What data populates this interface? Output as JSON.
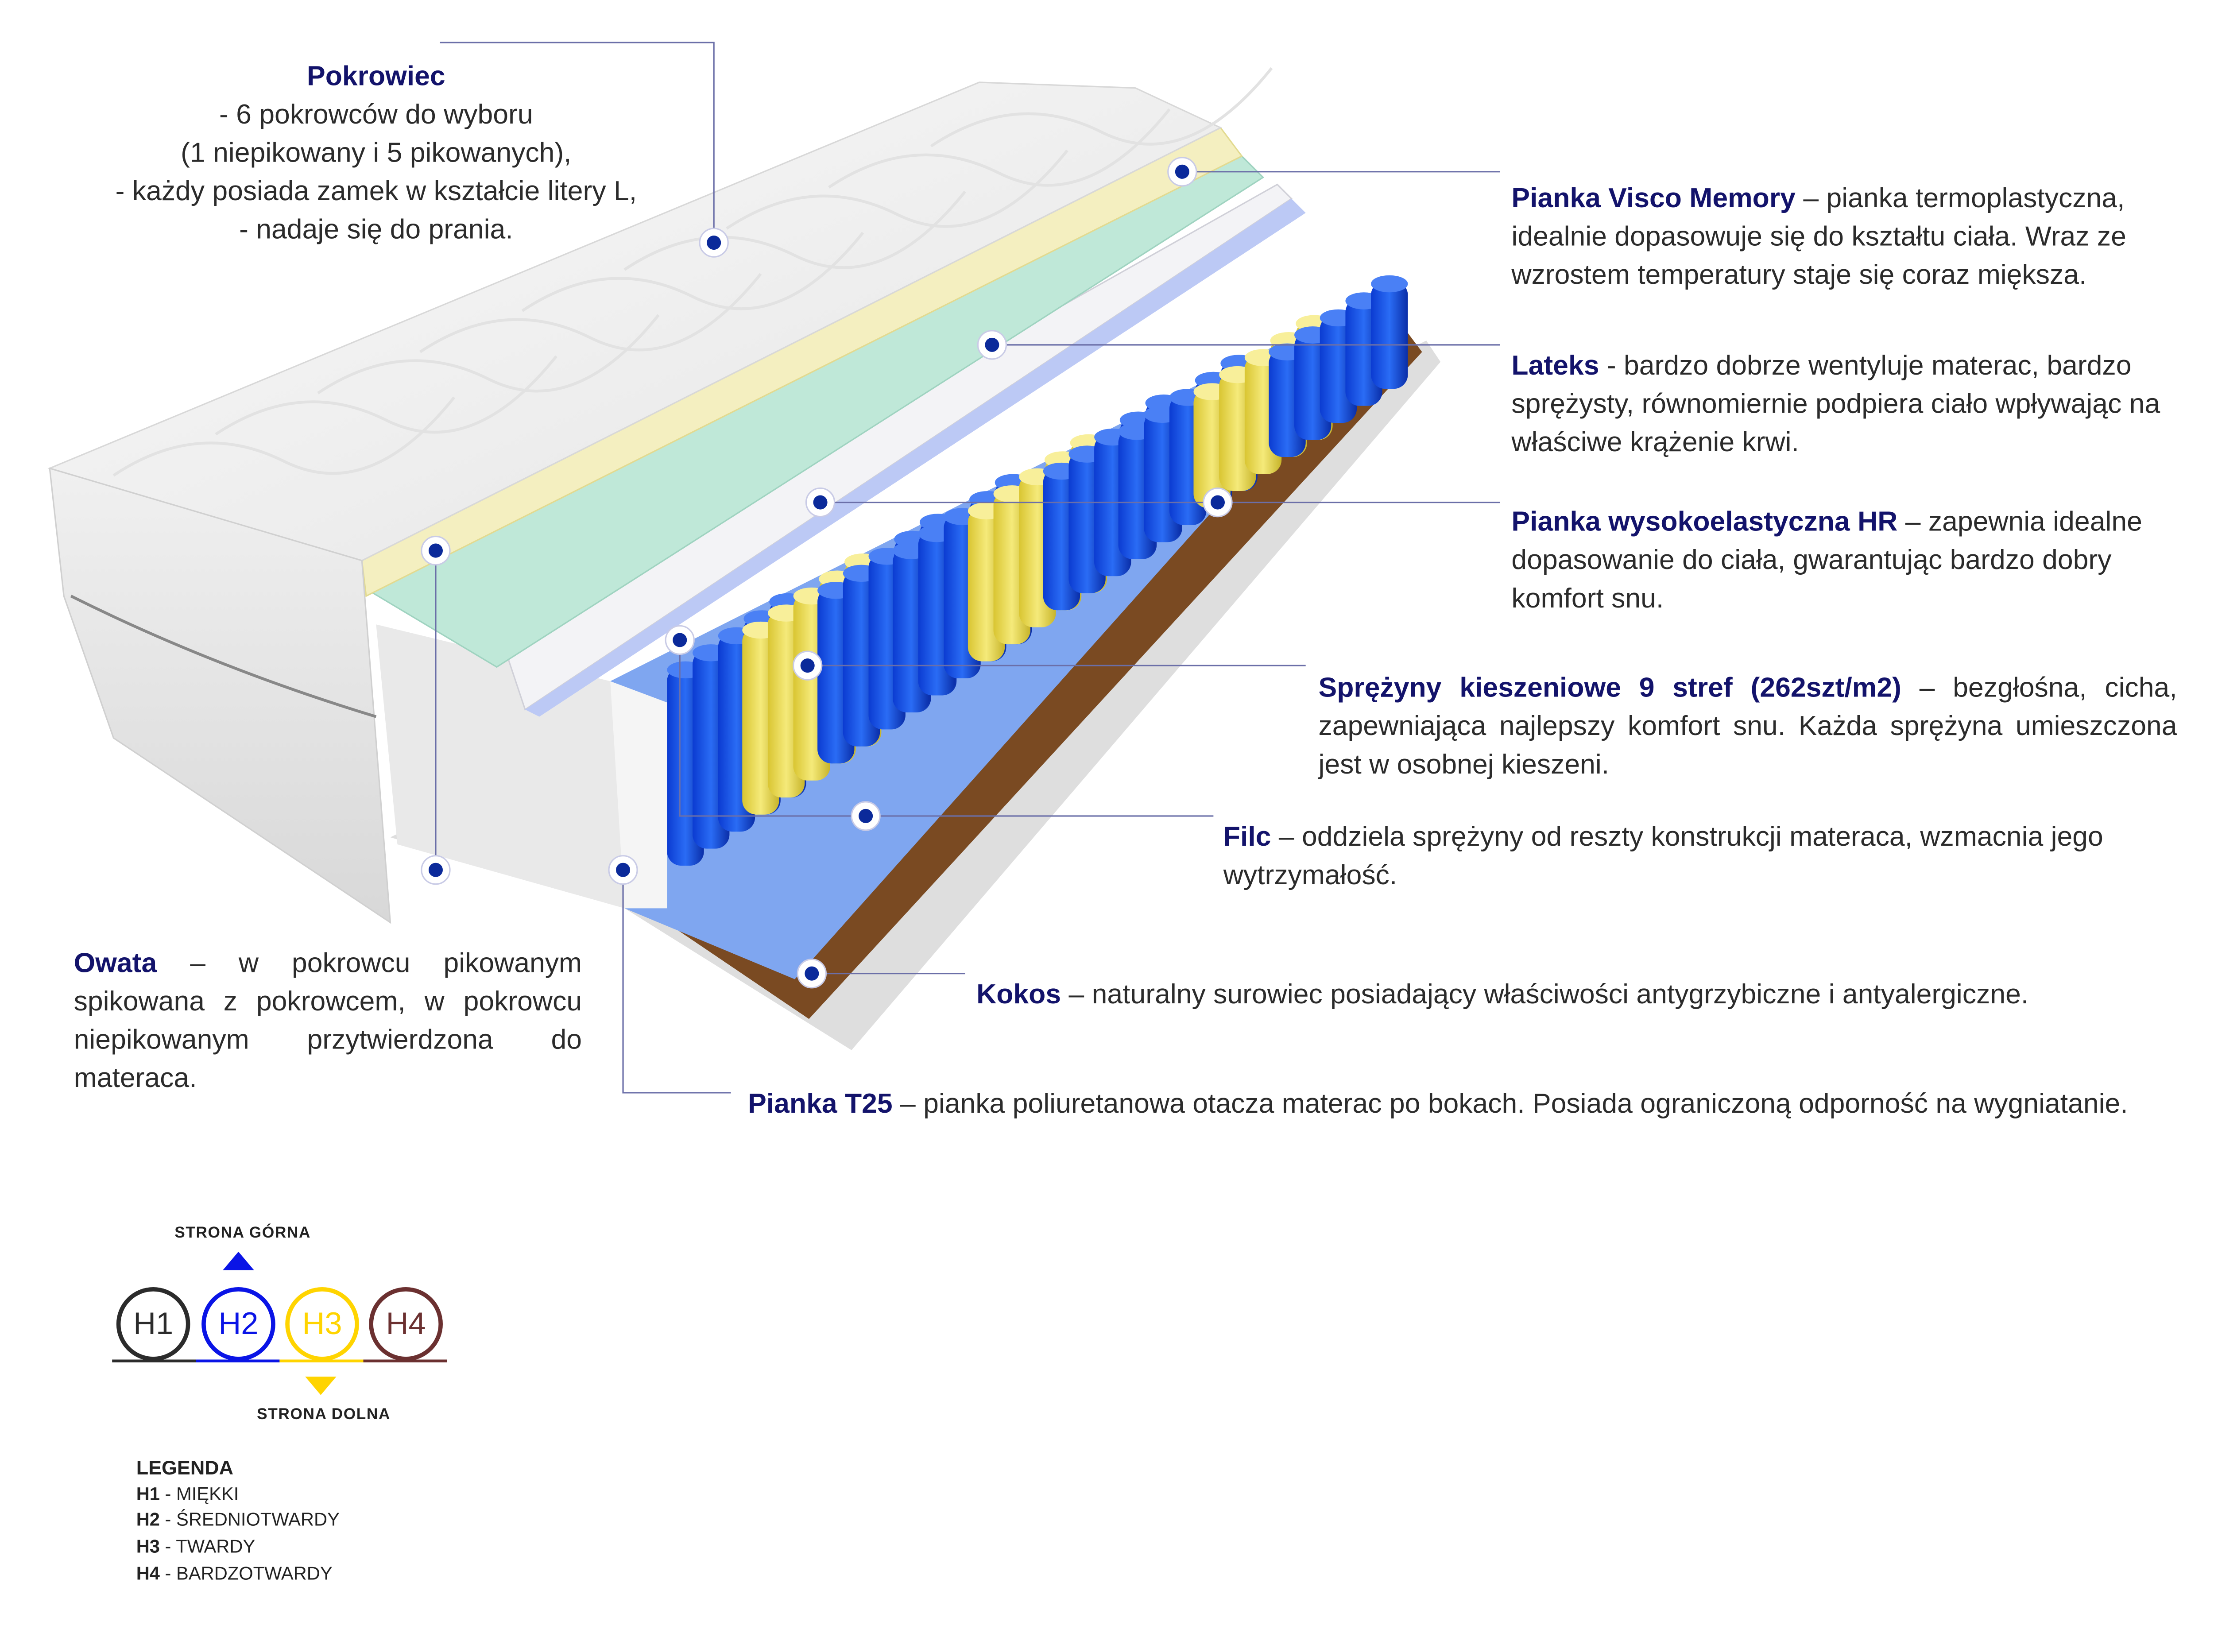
{
  "callouts": {
    "pokrowiec": {
      "title": "Pokrowiec",
      "lines": [
        "- 6 pokrowców do wyboru",
        "(1 niepikowany i 5 pikowanych),",
        "-  każdy posiada zamek w kształcie litery L,",
        "- nadaje się do prania."
      ]
    },
    "visco": {
      "title": "Pianka Visco Memory",
      "text": " – pianka termoplastyczna, idealnie dopasowuje się do kształtu ciała. Wraz ze wzrostem temperatury staje się coraz miększa."
    },
    "lateks": {
      "title": "Lateks",
      "text": " - bardzo dobrze wentyluje materac, bardzo sprężysty, równomiernie podpiera ciało wpływając na właściwe krążenie krwi."
    },
    "hr": {
      "title": "Pianka wysokoelastyczna HR",
      "text": " – zapewnia idealne dopasowanie do ciała, gwarantując bardzo dobry komfort snu."
    },
    "sprezyny": {
      "title": "Sprężyny kieszeniowe 9 stref (262szt/m2)",
      "text": " – bezgłośna, cicha, zapewniająca najlepszy komfort snu. Każda sprężyna umieszczona jest w osobnej kieszeni."
    },
    "filc": {
      "title": "Filc",
      "text": " – oddziela sprężyny od reszty konstrukcji materaca, wzmacnia jego wytrzymałość."
    },
    "kokos": {
      "title": "Kokos",
      "text": " – naturalny surowiec posiadający właściwości antygrzybiczne i antyalergiczne."
    },
    "t25": {
      "title": "Pianka T25",
      "text": " – pianka poliuretanowa otacza materac po bokach. Posiada ograniczoną odporność na wygniatanie."
    },
    "owata": {
      "title": "Owata",
      "text": " – w pokrowcu pikowanym spikowana z pokrowcem, w pokrowcu niepikowanym przytwierdzona do materaca."
    }
  },
  "hardness": {
    "top_label": "STRONA  GÓRNA",
    "bottom_label": "STRONA  DOLNA",
    "levels": [
      {
        "code": "H1",
        "color": "#2b2b2b"
      },
      {
        "code": "H2",
        "color": "#0a14e6"
      },
      {
        "code": "H3",
        "color": "#ffd400"
      },
      {
        "code": "H4",
        "color": "#6b3030"
      }
    ]
  },
  "legend": {
    "title": "LEGENDA",
    "items": [
      {
        "code": "H1",
        "sep": " - ",
        "label": "MIĘKKI"
      },
      {
        "code": "H2",
        "sep": " - ",
        "label": "ŚREDNIOTWARDY"
      },
      {
        "code": "H3",
        "sep": " - ",
        "label": "TWARDY"
      },
      {
        "code": "H4",
        "sep": " - ",
        "label": "BARDZOTWARDY"
      }
    ]
  },
  "colors": {
    "accent": "#13136b",
    "line": "#6b6fa8",
    "marker": "#0b2a9a"
  }
}
